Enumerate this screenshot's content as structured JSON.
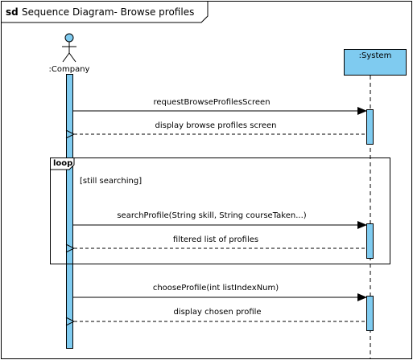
{
  "frame": {
    "keyword": "sd",
    "title": "Sequence Diagram- Browse profiles"
  },
  "participants": {
    "actor": {
      "name": ":Company",
      "icon": "stick-figure-icon"
    },
    "system": {
      "name": ":System"
    }
  },
  "colors": {
    "lifeline_fill": "#7fcbf0",
    "actor_head": "#7fcbf0",
    "line": "#000000"
  },
  "loop": {
    "label": "loop",
    "guard": "[still searching]"
  },
  "messages": [
    {
      "label": "requestBrowseProfilesScreen",
      "kind": "call"
    },
    {
      "label": "display browse profiles screen",
      "kind": "return"
    },
    {
      "label": "searchProfile(String skill, String courseTaken...)",
      "kind": "call"
    },
    {
      "label": "filtered list of profiles",
      "kind": "return"
    },
    {
      "label": "chooseProfile(int listIndexNum)",
      "kind": "call"
    },
    {
      "label": "display chosen profile",
      "kind": "return"
    }
  ]
}
